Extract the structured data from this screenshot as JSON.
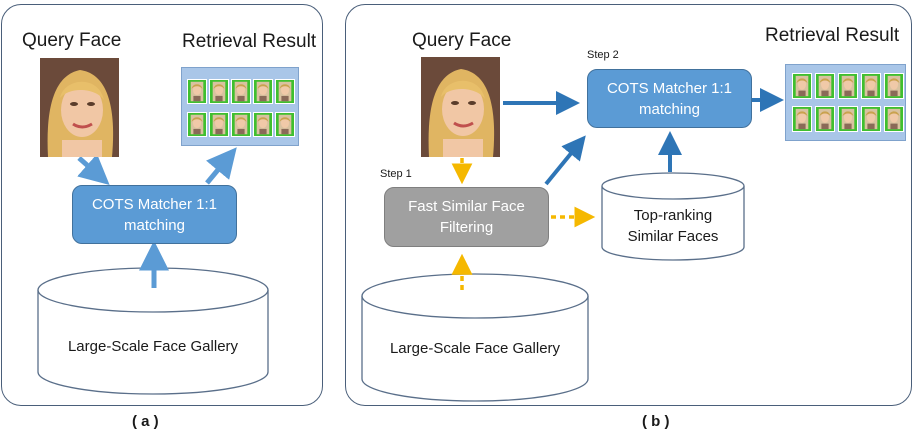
{
  "panel_a": {
    "query_label": "Query Face",
    "result_label": "Retrieval Result",
    "matcher_line1": "COTS Matcher 1:1",
    "matcher_line2": "matching",
    "gallery_label": "Large-Scale Face Gallery",
    "caption": "( a )"
  },
  "panel_b": {
    "query_label": "Query Face",
    "result_label": "Retrieval Result",
    "step1_label": "Step 1",
    "step2_label": "Step 2",
    "filter_line1": "Fast Similar Face",
    "filter_line2": "Filtering",
    "matcher_line1": "COTS Matcher 1:1",
    "matcher_line2": "matching",
    "topranking_line1": "Top-ranking",
    "topranking_line2": "Similar Faces",
    "gallery_label": "Large-Scale Face Gallery",
    "caption": "( b )"
  },
  "colors": {
    "blue_arrow": "#5b9bd5",
    "dark_blue_arrow": "#2e75b6",
    "yellow_arrow": "#f5b800",
    "matcher_fill": "#5b9bd5",
    "filter_fill": "#a0a0a0",
    "thumb_green": "#3fbf2f"
  },
  "icons": {
    "query_face": "face-photo-icon",
    "result_thumbnails": "face-thumbnail-icon"
  }
}
